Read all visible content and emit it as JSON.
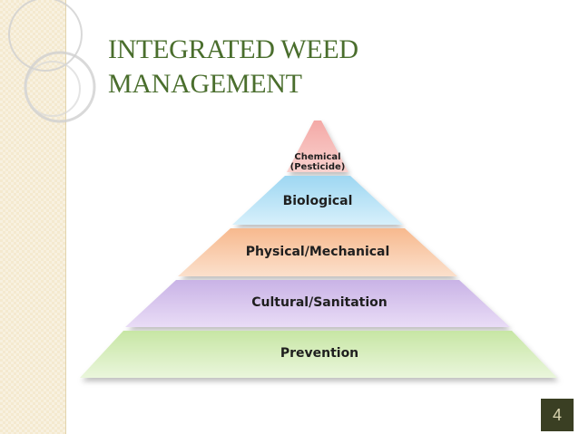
{
  "slide": {
    "title_line1": "INTEGRATED WEED",
    "title_line2": "MANAGEMENT",
    "page_number": "4"
  },
  "pyramid": {
    "levels": [
      {
        "name": "chemical",
        "label_line1": "Chemical",
        "label_line2": "(Pesticide)",
        "color_top": "#f4a9a6",
        "color_bottom": "#f9d2cf"
      },
      {
        "name": "biological",
        "label_line1": "Biological",
        "color_top": "#9ed7f2",
        "color_bottom": "#d7f0fb"
      },
      {
        "name": "physical-mechanical",
        "label_line1": "Physical/Mechanical",
        "color_top": "#f7b98e",
        "color_bottom": "#fbe0cc"
      },
      {
        "name": "cultural-sanitation",
        "label_line1": "Cultural/Sanitation",
        "color_top": "#c9b3e6",
        "color_bottom": "#e9dcf6"
      },
      {
        "name": "prevention",
        "label_line1": "Prevention",
        "color_top": "#c7e6a4",
        "color_bottom": "#eaf6dc"
      }
    ]
  },
  "colors": {
    "title": "#4a6e2d",
    "sidebar": "#f4e9cf",
    "badge_bg": "#3a3f23",
    "badge_text": "#d9d4b0"
  }
}
